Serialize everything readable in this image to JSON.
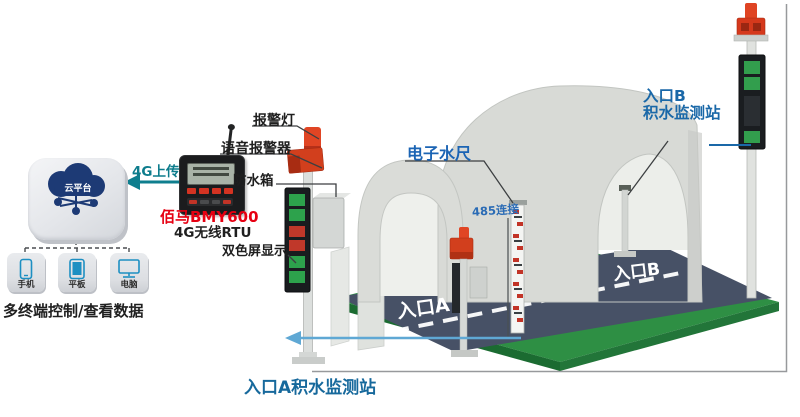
{
  "cloud_platform": {
    "tile_label": "云平台",
    "upload_label": "4G上传"
  },
  "terminals": {
    "caption": "多终端控制/查看数据",
    "items": [
      {
        "label": "手机"
      },
      {
        "label": "平板"
      },
      {
        "label": "电脑"
      }
    ]
  },
  "rtu": {
    "brand_model": "佰马BMY600",
    "type": "4G无线RTU"
  },
  "component_labels": {
    "alarm_light": "报警灯",
    "voice_alarm": "语音报警器",
    "waterproof_box": "防水箱",
    "dual_color_screen": "双色屏显示",
    "water_gauge": "电子水尺",
    "rs485": "485连接"
  },
  "stations": {
    "entrance_a": {
      "label": "入口A积水监测站"
    },
    "entrance_b": {
      "label_line1": "入口B",
      "label_line2": "积水监测站"
    }
  },
  "road": {
    "entrance_a": "入口A",
    "entrance_b": "入口B"
  },
  "colors": {
    "teal_accent": "#0d7c8c",
    "blue_label": "#1a68a8",
    "red_brand": "#e60012",
    "platform_green": "#2e8f44",
    "road_gray": "#475166",
    "alarm_red": "#d8401f",
    "device_blue": "#1d8fc2",
    "led_green": "#2fae50",
    "led_red": "#cf3b2b"
  }
}
